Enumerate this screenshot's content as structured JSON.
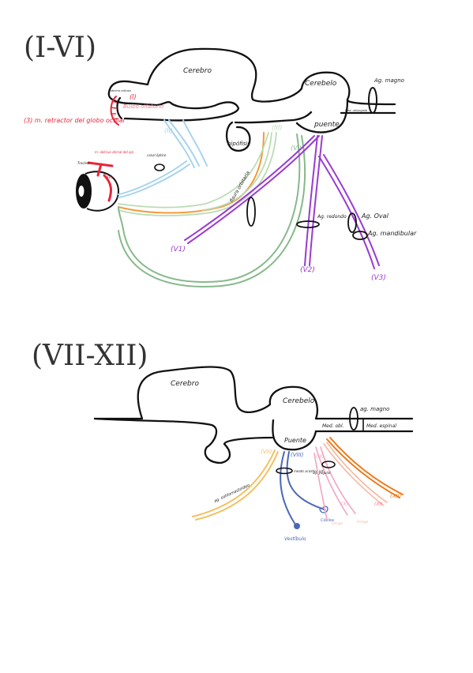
{
  "sections": {
    "top": {
      "title": "(I-VI)"
    },
    "bottom": {
      "title": "(VII-XII)"
    }
  },
  "top_labels": {
    "cerebro": "Cerebro",
    "cerebelo": "Cerebelo",
    "puente": "puente",
    "hipofisis": "hipófisis",
    "ag_magno": "Ag. magno",
    "med_oblongada": "Med. oblongada",
    "bulbo_olfatorio": "Bulbo olfatorio",
    "lamina_cribosa": "lámina cribosa",
    "nervio_I": "(I)",
    "nervio_II": "(II)",
    "nervio_III": "(III)",
    "nervio_IV": "(IV)",
    "nervio_VI": "(VI)",
    "retractor": "(3) m. retractor del globo ocular",
    "oblicuo": "m. oblicuo dorsal del ojo",
    "troclear": "Troclear",
    "canal_optico": "canal óptico",
    "fisura_orbitaria": "fisura orbitaria",
    "ag_redondo": "Ag. redondo",
    "ag_oval": "Ag. Oval",
    "ag_mandibular": "Ag. mandibular",
    "v1": "(V1)",
    "v2": "(V2)",
    "v3": "(V3)"
  },
  "bottom_labels": {
    "cerebro": "Cerebro",
    "cerebelo": "Cerebelo",
    "puente": "Puente",
    "med_obl": "Med. obl.",
    "med_espinal": "Med. espinal",
    "ag_magno": "ag. magno",
    "nervio_VII": "(VII)",
    "nervio_VIII": "(VIII)",
    "nervio_IX": "(IX)",
    "nervio_X": "(X)",
    "nervio_XI": "(XI)",
    "nervio_XII": "(XII)",
    "meato": "meato acústico int.",
    "ag_yugular": "ag. yugular",
    "ag_estilomastoideo": "ag. estilomastoideo",
    "coclea": "Cóclea",
    "vestibulo": "Vestíbulo",
    "laringe": "laringe",
    "faringe": "faringe"
  },
  "colors": {
    "outline": "#111111",
    "red": "#e8253a",
    "pink": "#f07a93",
    "light_blue": "#a9d4ec",
    "orange": "#f59a3a",
    "green": "#86b98a",
    "light_green": "#bcdcb5",
    "purple": "#9a3ad1",
    "yellow": "#f2c064",
    "blue": "#4a68b8",
    "peach": "#f5b8a0",
    "light_pink": "#f2a5bf",
    "dark_orange": "#ee7a1a"
  }
}
